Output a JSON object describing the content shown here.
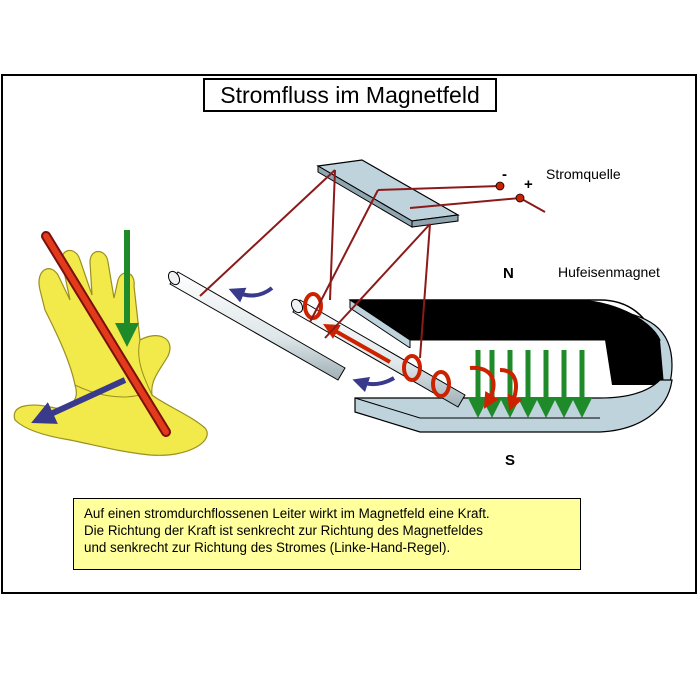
{
  "title": "Stromfluss im Magnetfeld",
  "labels": {
    "source": "Stromquelle",
    "minus": "-",
    "plus": "+",
    "magnet": "Hufeisenmagnet",
    "north": "N",
    "south": "S"
  },
  "caption": {
    "line1": "Auf einen stromdurchflossenen Leiter wirkt im Magnetfeld eine Kraft.",
    "line2": "Die Richtung der Kraft ist senkrecht zur Richtung des Magnetfeldes",
    "line3": "und senkrecht zur Richtung des Stromes (Linke-Hand-Regel)."
  },
  "colors": {
    "wire": "#8b1a1a",
    "conductor": "#cc2200",
    "field": "#1f8a2a",
    "force": "#3a3a8c",
    "hand": "#f2ea4a",
    "caption_bg": "#ffff9c"
  }
}
